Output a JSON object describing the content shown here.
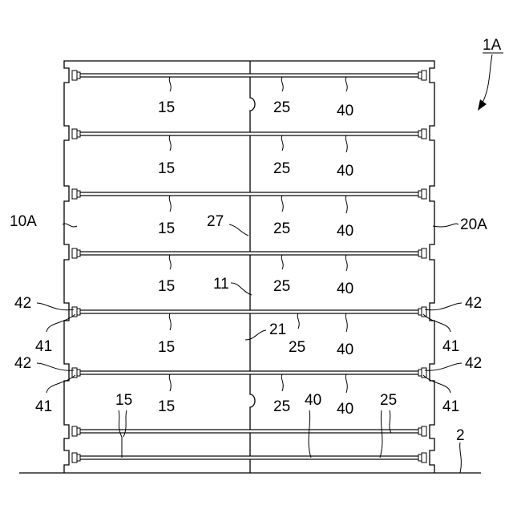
{
  "figure_ref": "1A",
  "ground_ref": "2",
  "left_wall_ref": "10A",
  "right_wall_ref": "20A",
  "left_joint_ref": "11",
  "right_joint_ref": "21",
  "seam_ref": "27",
  "bar_left_ref": "15",
  "bar_right_ref": "25",
  "tie_ref": "40",
  "nut_ref": "42",
  "plate_ref": "41"
}
